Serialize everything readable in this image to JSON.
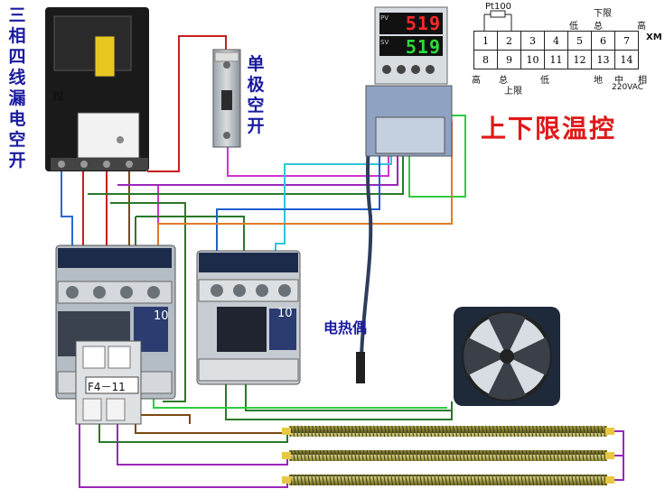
{
  "labels": {
    "breaker_chars": [
      "三",
      "相",
      "四",
      "线",
      "漏",
      "电",
      "空",
      "开"
    ],
    "neutral": "N",
    "single_pole_chars": [
      "单",
      "极",
      "空",
      "开"
    ],
    "title": "上下限温控",
    "thermocouple": "电热偶",
    "relay": "F4－11",
    "contactor_1_num": "10",
    "contactor_2_num": "10",
    "xm": "XM"
  },
  "controller": {
    "pv_label": "PV",
    "sv_label": "SV",
    "pv_value": "519",
    "sv_value": "519"
  },
  "terminal_diagram": {
    "sensor_label": "Pt100",
    "row1": [
      "1",
      "2",
      "3",
      "4",
      "5",
      "6",
      "7"
    ],
    "row2": [
      "8",
      "9",
      "10",
      "11",
      "12",
      "13",
      "14"
    ],
    "top_label_low": "低",
    "top_label_common": "总",
    "top_label_lower_limit": "下限",
    "top_label_high": "高",
    "bottom_high": "高",
    "bottom_common": "总",
    "bottom_upper_limit": "上限",
    "bottom_low": "低",
    "bottom_ground": "地",
    "bottom_neutral": "中",
    "bottom_phase": "相",
    "voltage": "220VAC"
  },
  "colors": {
    "red": "#c81e1e",
    "brown": "#7a4a12",
    "green": "#1e9a2c",
    "dkgreen": "#2a7a2a",
    "blue": "#1f5fd0",
    "purple": "#9a27b8",
    "magenta": "#d133d1",
    "cyan": "#2ec6d8",
    "orange": "#e07a2a",
    "black": "#111111",
    "label_blue": "#1a1aa0",
    "title_red": "#e01818"
  }
}
